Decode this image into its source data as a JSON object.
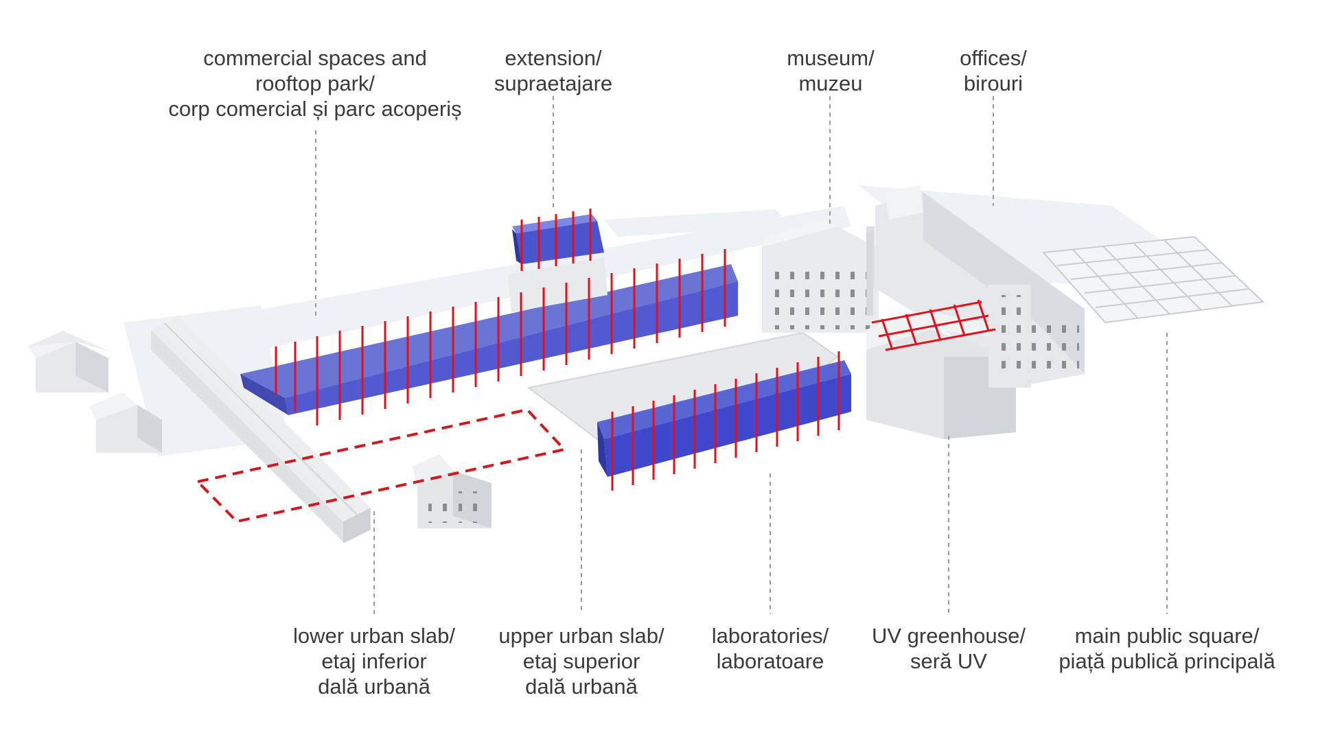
{
  "labels": {
    "commercial": [
      "commercial spaces and",
      "rooftop park/",
      "corp comercial și parc acoperiș"
    ],
    "extension": [
      "extension/",
      "supraetajare"
    ],
    "museum": [
      "museum/",
      "muzeu"
    ],
    "offices": [
      "offices/",
      "birouri"
    ],
    "lower_slab": [
      "lower urban slab/",
      "etaj inferior",
      "dală urbană"
    ],
    "upper_slab": [
      "upper urban slab/",
      "etaj superior",
      "dală urbană"
    ],
    "laboratories": [
      "laboratories/",
      "laboratoare"
    ],
    "greenhouse": [
      "UV greenhouse/",
      "seră UV"
    ],
    "square": [
      "main public square/",
      "piață publică principală"
    ]
  },
  "colors": {
    "building": "#e4e6e9",
    "building_side": "#d3d6da",
    "shadow": "#e8edf3",
    "glass": "#3f48cc",
    "structure": "#e3101a",
    "leader": "#9a9a9a",
    "text": "#3a3a3a"
  }
}
